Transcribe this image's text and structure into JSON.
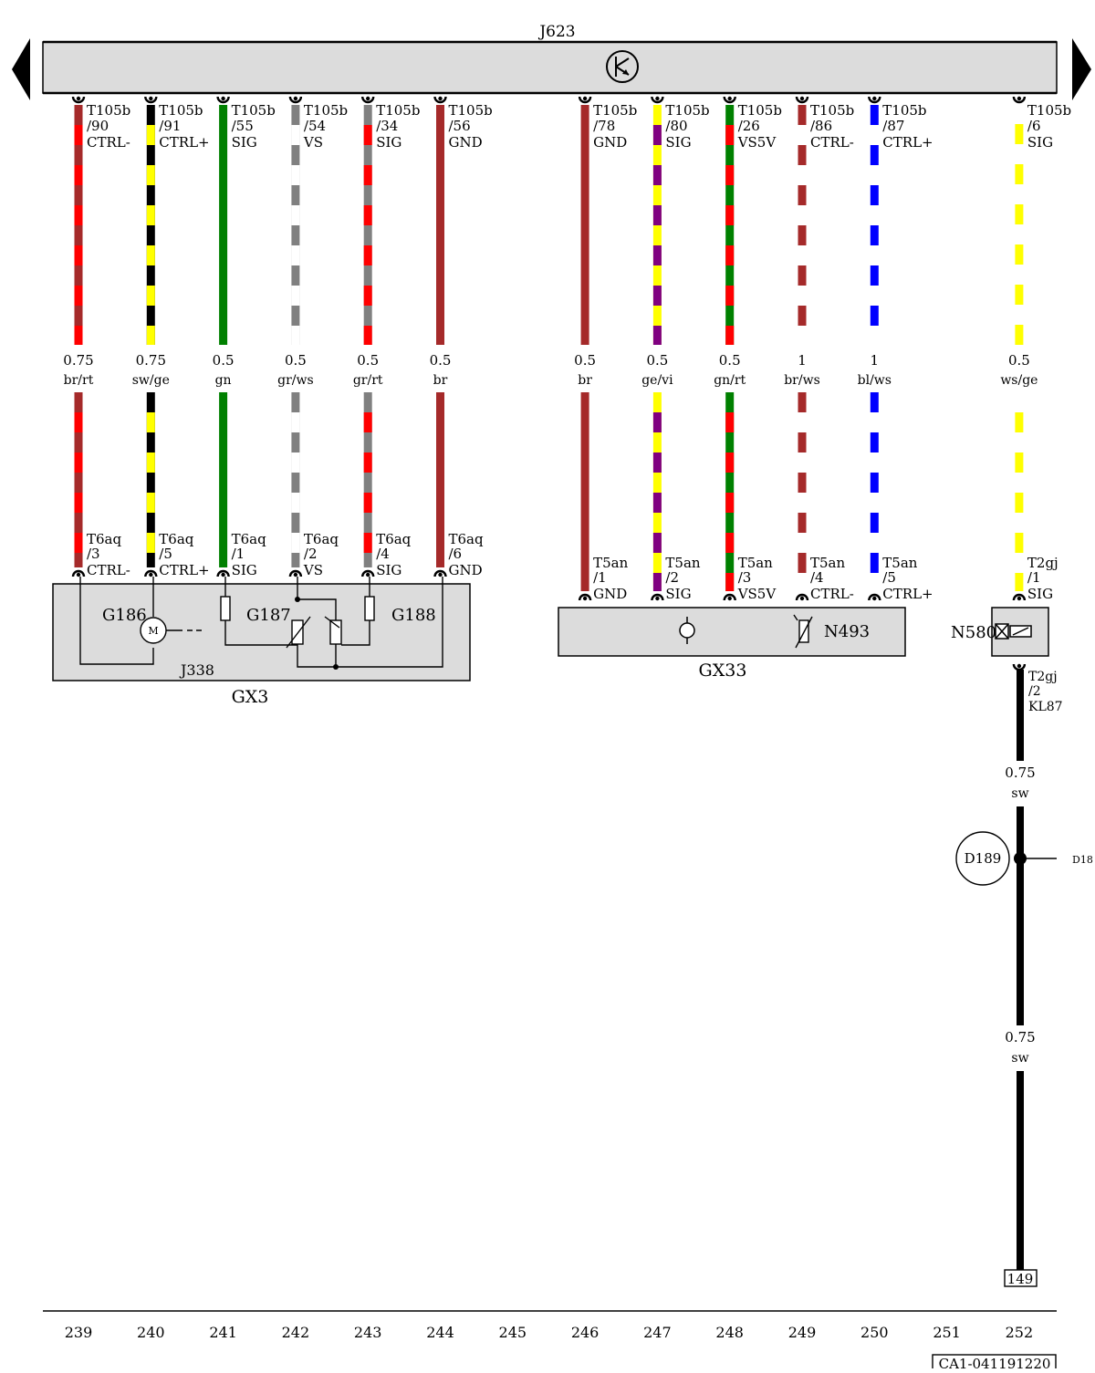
{
  "ecu": {
    "title": "J623",
    "icon": "transistor-symbol-icon"
  },
  "nav": {
    "prev_icon": "triangle-left-icon",
    "next_icon": "triangle-right-icon"
  },
  "wire_colors": {
    "rt": "#ff0000",
    "br": "#a52a2a",
    "sw": "#000000",
    "ge": "#ffff00",
    "gn": "#008000",
    "gr": "#808080",
    "ws": "#ffffff",
    "vi": "#800080",
    "bl": "#0000ff"
  },
  "wires": [
    {
      "column": "239",
      "top_pin": [
        "T105b",
        "/90",
        "CTRL-"
      ],
      "size": "0.75",
      "color_code": "br/rt",
      "bottom_pin": [
        "T6aq",
        "/3",
        "CTRL-"
      ]
    },
    {
      "column": "240",
      "top_pin": [
        "T105b",
        "/91",
        "CTRL+"
      ],
      "size": "0.75",
      "color_code": "sw/ge",
      "bottom_pin": [
        "T6aq",
        "/5",
        "CTRL+"
      ]
    },
    {
      "column": "241",
      "top_pin": [
        "T105b",
        "/55",
        "SIG"
      ],
      "size": "0.5",
      "color_code": "gn",
      "bottom_pin": [
        "T6aq",
        "/1",
        "SIG"
      ]
    },
    {
      "column": "242",
      "top_pin": [
        "T105b",
        "/54",
        "VS"
      ],
      "size": "0.5",
      "color_code": "gr/ws",
      "bottom_pin": [
        "T6aq",
        "/2",
        "VS"
      ]
    },
    {
      "column": "243",
      "top_pin": [
        "T105b",
        "/34",
        "SIG"
      ],
      "size": "0.5",
      "color_code": "gr/rt",
      "bottom_pin": [
        "T6aq",
        "/4",
        "SIG"
      ]
    },
    {
      "column": "244",
      "top_pin": [
        "T105b",
        "/56",
        "GND"
      ],
      "size": "0.5",
      "color_code": "br",
      "bottom_pin": [
        "T6aq",
        "/6",
        "GND"
      ]
    },
    {
      "column": "246",
      "top_pin": [
        "T105b",
        "/78",
        "GND"
      ],
      "size": "0.5",
      "color_code": "br",
      "bottom_pin": [
        "T5an",
        "/1",
        "GND"
      ]
    },
    {
      "column": "247",
      "top_pin": [
        "T105b",
        "/80",
        "SIG"
      ],
      "size": "0.5",
      "color_code": "ge/vi",
      "bottom_pin": [
        "T5an",
        "/2",
        "SIG"
      ]
    },
    {
      "column": "248",
      "top_pin": [
        "T105b",
        "/26",
        "VS5V"
      ],
      "size": "0.5",
      "color_code": "gn/rt",
      "bottom_pin": [
        "T5an",
        "/3",
        "VS5V"
      ]
    },
    {
      "column": "249",
      "top_pin": [
        "T105b",
        "/86",
        "CTRL-"
      ],
      "size": "1",
      "color_code": "br/ws",
      "bottom_pin": [
        "T5an",
        "/4",
        "CTRL-"
      ]
    },
    {
      "column": "250",
      "top_pin": [
        "T105b",
        "/87",
        "CTRL+"
      ],
      "size": "1",
      "color_code": "bl/ws",
      "bottom_pin": [
        "T5an",
        "/5",
        "CTRL+"
      ]
    },
    {
      "column": "252",
      "top_pin": [
        "T105b",
        "/6",
        "SIG"
      ],
      "size": "0.5",
      "color_code": "ws/ge",
      "bottom_pin": [
        "T2gj",
        "/1",
        "SIG"
      ]
    }
  ],
  "components": {
    "gx3": {
      "name": "GX3",
      "parts": [
        "G186",
        "G187",
        "G188",
        "J338"
      ],
      "motor_label": "M"
    },
    "gx33": {
      "name": "GX33",
      "parts": [
        "N493"
      ]
    },
    "n580": {
      "name": "N580",
      "pin_out": [
        "T2gj",
        "/2",
        "KL87"
      ]
    }
  },
  "power_line": {
    "labels": [
      {
        "size": "0.75",
        "color_code": "sw"
      },
      {
        "size": "0.75",
        "color_code": "sw"
      }
    ],
    "junction": "D189",
    "junction_ref": "D18",
    "target_ref": "149"
  },
  "columns": [
    "239",
    "240",
    "241",
    "242",
    "243",
    "244",
    "245",
    "246",
    "247",
    "248",
    "249",
    "250",
    "251",
    "252"
  ],
  "footer": {
    "code": "CA1-041191220"
  }
}
